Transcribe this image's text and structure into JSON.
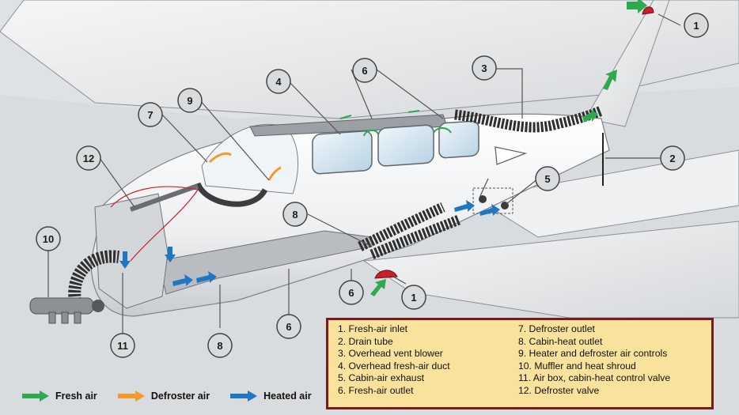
{
  "callouts": [
    "1",
    "2",
    "3",
    "4",
    "5",
    "6",
    "7",
    "8",
    "9",
    "10",
    "11",
    "12"
  ],
  "legend": {
    "col1": [
      "1. Fresh-air inlet",
      "2. Drain tube",
      "3. Overhead vent blower",
      "4. Overhead fresh-air duct",
      "5. Cabin-air exhaust",
      "6. Fresh-air outlet"
    ],
    "col2": [
      "7. Defroster outlet",
      "8. Cabin-heat outlet",
      "9. Heater and defroster air controls",
      "10. Muffler and heat shroud",
      "11. Air box, cabin-heat control valve",
      "12. Defroster valve"
    ]
  },
  "key": {
    "fresh": "Fresh air",
    "defroster": "Defroster air",
    "heated": "Heated air"
  },
  "colors": {
    "fresh": "#2fa84f",
    "defroster": "#f39a2b",
    "heated": "#1f77c4",
    "legend_bg": "#f9e29c",
    "legend_border": "#7a1a1f",
    "inlet_red": "#c8202a"
  }
}
